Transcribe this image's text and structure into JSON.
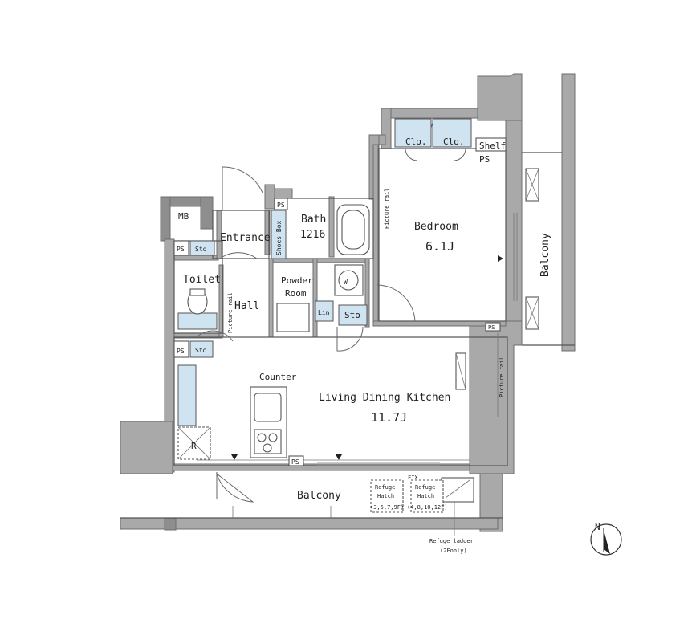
{
  "rooms": {
    "mb": "MB",
    "entrance": "Entrance",
    "bath": "Bath",
    "bath_size": "1216",
    "bedroom": "Bedroom",
    "bedroom_size": "6.1J",
    "toilet": "Toilet",
    "hall": "Hall",
    "powder_room_1": "Powder",
    "powder_room_2": "Room",
    "ldk": "Living Dining Kitchen",
    "ldk_size": "11.7J",
    "balcony_south": "Balcony",
    "balcony_east": "Balcony",
    "counter": "Counter"
  },
  "fixtures": {
    "clo_1": "Clo.",
    "clo_2": "Clo.",
    "shelf": "Shelf",
    "ps_bedroom": "PS",
    "ps_bath": "PS",
    "ps_toilet": "PS",
    "ps_hall": "PS",
    "ps_ldk": "PS",
    "ps_balcony": "PS",
    "sto_toilet": "Sto",
    "sto_hall": "Sto",
    "sto_powder": "Sto",
    "lin": "Lin",
    "w": "W",
    "shoes_box": "Shoes Box",
    "fridge": "R",
    "picture_rail_bath": "Picture rail",
    "picture_rail_hall": "Picture rail",
    "picture_rail_ldk": "Picture rail"
  },
  "balcony_items": {
    "fix": "FIX",
    "refuge_hatch_1_a": "Refuge",
    "refuge_hatch_1_b": "Hatch",
    "refuge_hatch_1_c": "(3,5,7,9F)",
    "refuge_hatch_2_a": "Refuge",
    "refuge_hatch_2_b": "Hatch",
    "refuge_hatch_2_c": "(4,8,10,12F)",
    "refuge_ladder": "Refuge ladder",
    "refuge_ladder_note": "(2Fonly)"
  },
  "compass": {
    "north": "N"
  }
}
